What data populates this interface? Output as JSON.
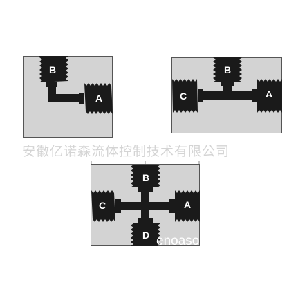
{
  "watermark": {
    "company_cn": "安徽亿诺森流体控制技术有限公司",
    "latin": "enoaso"
  },
  "diagrams": [
    {
      "name": "elbow",
      "ports": [
        "B",
        "A"
      ]
    },
    {
      "name": "tee",
      "ports": [
        "B",
        "C",
        "A"
      ]
    },
    {
      "name": "cross",
      "ports": [
        "B",
        "C",
        "A",
        "D"
      ]
    }
  ],
  "colors": {
    "panel_fill": "#d3d3d3",
    "panel_border": "#555555",
    "fitting": "#1a1a1a",
    "label": "#ffffff"
  }
}
